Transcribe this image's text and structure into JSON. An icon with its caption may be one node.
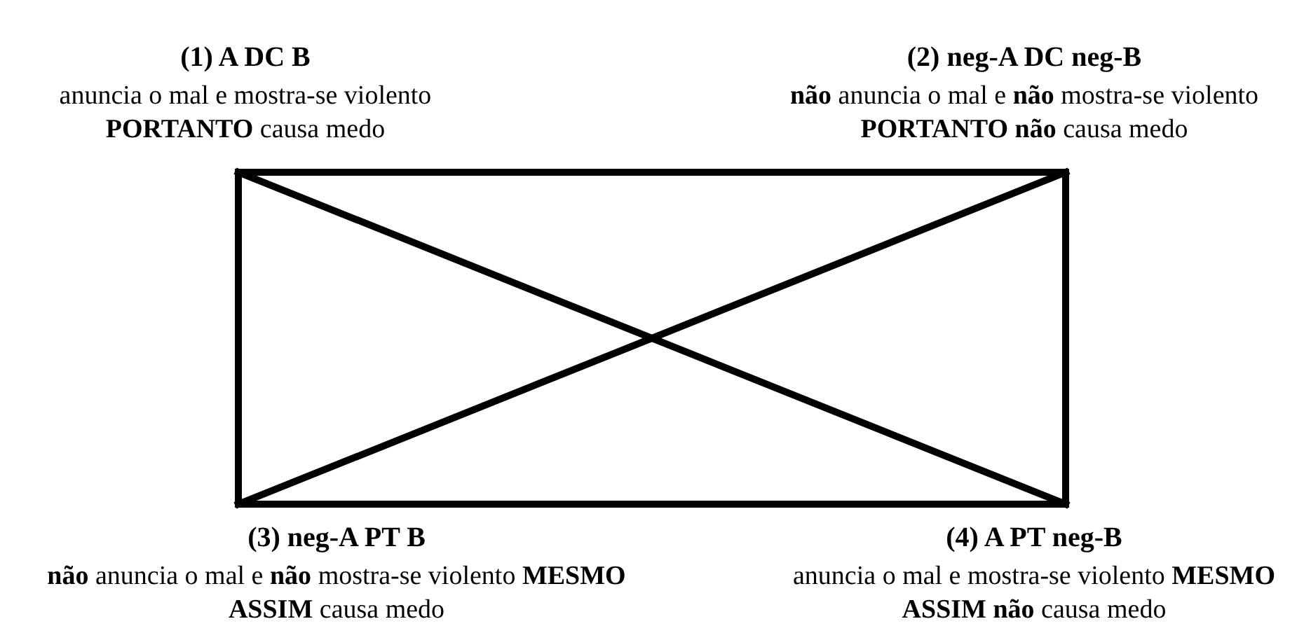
{
  "diagram": {
    "nodes": [
      {
        "text": [
          "(1) A DC B",
          "anuncia o mal e mostra-se violento **PORTANTO** causa medo"
        ]
      },
      {
        "text": [
          "(2) neg-A DC neg-B",
          "**não** anuncia o mal e **não** mostra-se violento **PORTANTO não** causa medo"
        ]
      },
      {
        "text": [
          "(3) neg-A PT B",
          "**não** anuncia o mal e **não** mostra-se violento **MESMO ASSIM** causa medo"
        ]
      },
      {
        "text": [
          "(4) A PT neg-B",
          "anuncia o mal e mostra-se violento **MESMO ASSIM não** causa medo"
        ]
      }
    ],
    "edges": [
      {
        "from": 0,
        "to": 1,
        "arrow": "none"
      },
      {
        "from": 0,
        "to": 2,
        "arrow": "none"
      },
      {
        "from": 1,
        "to": 3,
        "arrow": "none"
      },
      {
        "from": 2,
        "to": 3,
        "arrow": "none"
      },
      {
        "from": 0,
        "to": 3,
        "arrow": "none"
      },
      {
        "from": 1,
        "to": 2,
        "arrow": "none"
      }
    ]
  }
}
